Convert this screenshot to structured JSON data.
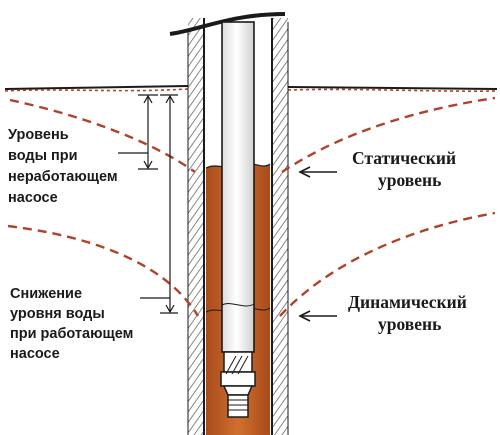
{
  "labels": {
    "static_level_height": {
      "line1": "Уровень",
      "line2": "воды при",
      "line3": "неработающем",
      "line4": "насосе"
    },
    "drawdown": {
      "line1": "Снижение",
      "line2": "уровня воды",
      "line3": "при работающем",
      "line4": "насосе"
    },
    "static_level": {
      "line1": "Статический",
      "line2": "уровень"
    },
    "dynamic_level": {
      "line1": "Динамический",
      "line2": "уровень"
    }
  },
  "colors": {
    "water": "#c4622d",
    "water_dark": "#a84a1c",
    "dashed_curve": "#b0422a",
    "outline": "#1a1a1a",
    "soil_hatch": "#555555",
    "pipe": "#ffffff"
  }
}
